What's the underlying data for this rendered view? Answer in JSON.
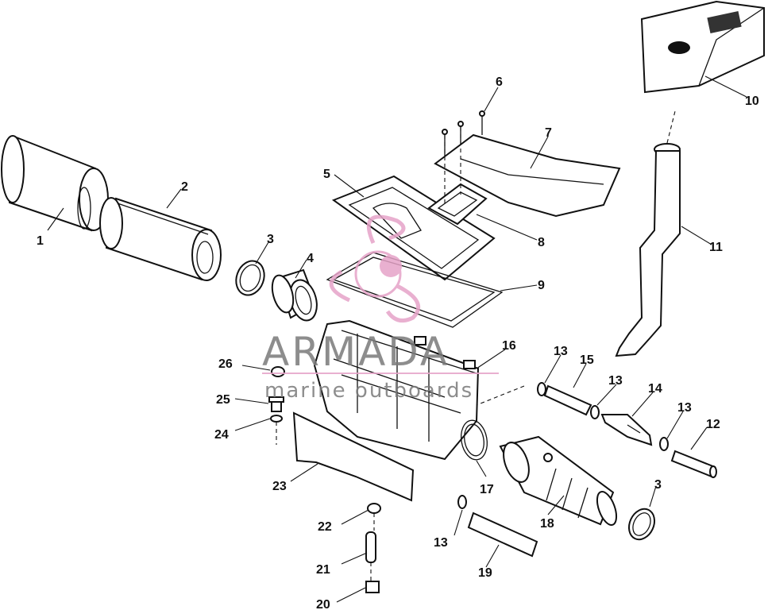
{
  "parts": [
    {
      "id": "1",
      "label": "1"
    },
    {
      "id": "2",
      "label": "2"
    },
    {
      "id": "3a",
      "label": "3"
    },
    {
      "id": "4",
      "label": "4"
    },
    {
      "id": "5",
      "label": "5"
    },
    {
      "id": "6",
      "label": "6"
    },
    {
      "id": "7",
      "label": "7"
    },
    {
      "id": "8",
      "label": "8"
    },
    {
      "id": "9",
      "label": "9"
    },
    {
      "id": "10",
      "label": "10"
    },
    {
      "id": "11",
      "label": "11"
    },
    {
      "id": "12",
      "label": "12"
    },
    {
      "id": "13a",
      "label": "13"
    },
    {
      "id": "15",
      "label": "15"
    },
    {
      "id": "13b",
      "label": "13"
    },
    {
      "id": "14",
      "label": "14"
    },
    {
      "id": "13c",
      "label": "13"
    },
    {
      "id": "16",
      "label": "16"
    },
    {
      "id": "3b",
      "label": "3"
    },
    {
      "id": "17",
      "label": "17"
    },
    {
      "id": "18",
      "label": "18"
    },
    {
      "id": "13d",
      "label": "13"
    },
    {
      "id": "19",
      "label": "19"
    },
    {
      "id": "20",
      "label": "20"
    },
    {
      "id": "21",
      "label": "21"
    },
    {
      "id": "22",
      "label": "22"
    },
    {
      "id": "23",
      "label": "23"
    },
    {
      "id": "24",
      "label": "24"
    },
    {
      "id": "25",
      "label": "25"
    },
    {
      "id": "26",
      "label": "26"
    }
  ],
  "watermark": {
    "title": "ARMADA",
    "subtitle": "marine outboards",
    "logo_color": "#e6a3c8"
  }
}
